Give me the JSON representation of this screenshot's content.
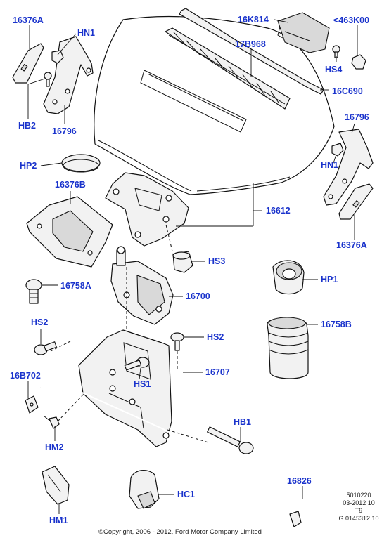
{
  "callouts": {
    "c16376A_top": "16376A",
    "hn1_top": "HN1",
    "hb2": "HB2",
    "c16796_left": "16796",
    "c16K814": "16K814",
    "c463K00": "<463K00",
    "c17B968": "17B968",
    "hs4": "HS4",
    "c16C690": "16C690",
    "c16796_right": "16796",
    "hn1_right": "HN1",
    "c16376A_right": "16376A",
    "hp2": "HP2",
    "c16376B": "16376B",
    "c16612": "16612",
    "hs3": "HS3",
    "hp1": "HP1",
    "c16758A": "16758A",
    "c16700": "16700",
    "c16758B": "16758B",
    "hs2_left": "HS2",
    "hs2_right": "HS2",
    "c16707": "16707",
    "c16B702": "16B702",
    "hs1": "HS1",
    "hb1": "HB1",
    "hm2": "HM2",
    "c16826": "16826",
    "hm1": "HM1",
    "hc1": "HC1"
  },
  "meta": {
    "code": "5010220",
    "date": "03-2012 10",
    "variant": "T9",
    "ref": "G 0145312 10"
  },
  "copyright": "©Copyright, 2006 - 2012, Ford Motor Company Limited",
  "colors": {
    "callout": "#1a33cc",
    "line": "#111111",
    "part_fill": "#f2f2f2"
  }
}
